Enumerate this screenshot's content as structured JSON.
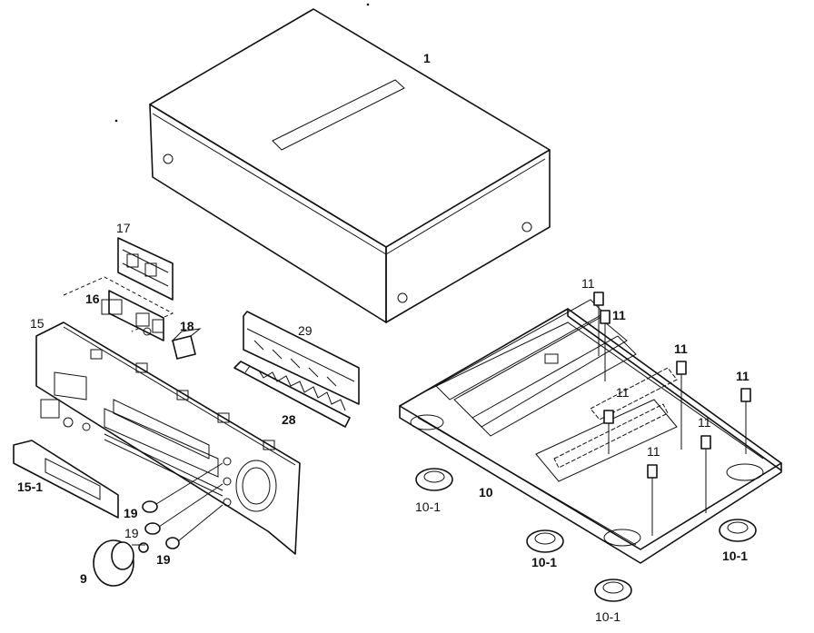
{
  "callouts": [
    {
      "id": "c1",
      "text": "1"
    },
    {
      "id": "c17",
      "text": "17"
    },
    {
      "id": "c16",
      "text": "16"
    },
    {
      "id": "c15",
      "text": "15"
    },
    {
      "id": "c18",
      "text": "18"
    },
    {
      "id": "c29",
      "text": "29"
    },
    {
      "id": "c28",
      "text": "28"
    },
    {
      "id": "c151",
      "text": "15-1"
    },
    {
      "id": "c19a",
      "text": "19"
    },
    {
      "id": "c19b",
      "text": "19"
    },
    {
      "id": "c19c",
      "text": "19"
    },
    {
      "id": "c9",
      "text": "9"
    },
    {
      "id": "c10",
      "text": "10"
    },
    {
      "id": "c101a",
      "text": "10-1"
    },
    {
      "id": "c101b",
      "text": "10-1"
    },
    {
      "id": "c101c",
      "text": "10-1"
    },
    {
      "id": "c101d",
      "text": "10-1"
    },
    {
      "id": "c11a",
      "text": "11"
    },
    {
      "id": "c11b",
      "text": "11"
    },
    {
      "id": "c11c",
      "text": "11"
    },
    {
      "id": "c11d",
      "text": "11"
    },
    {
      "id": "c11e",
      "text": "11"
    },
    {
      "id": "c11f",
      "text": "11"
    },
    {
      "id": "c11g",
      "text": "11"
    }
  ]
}
